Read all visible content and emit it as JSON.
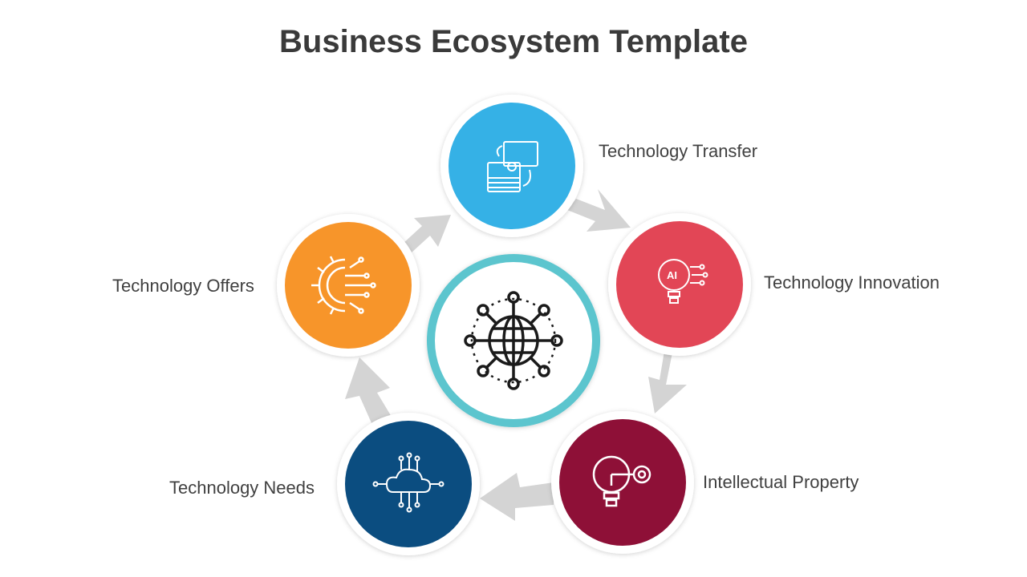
{
  "title": "Business Ecosystem Template",
  "center": {
    "icon": "globe-network-icon",
    "ring_color": "#5bc5ce"
  },
  "nodes": [
    {
      "label": "Technology Transfer",
      "icon": "transfer-settings-icon",
      "color": "#35b1e6"
    },
    {
      "label": "Technology Innovation",
      "icon": "ai-lightbulb-icon",
      "color": "#e24656"
    },
    {
      "label": "Intellectual Property",
      "icon": "lightbulb-key-icon",
      "color": "#8e1037"
    },
    {
      "label": "Technology Needs",
      "icon": "cloud-circuit-icon",
      "color": "#0b4d80"
    },
    {
      "label": "Technology Offers",
      "icon": "gear-circuit-icon",
      "color": "#f7952a"
    }
  ],
  "arrow_color": "#d4d4d4"
}
